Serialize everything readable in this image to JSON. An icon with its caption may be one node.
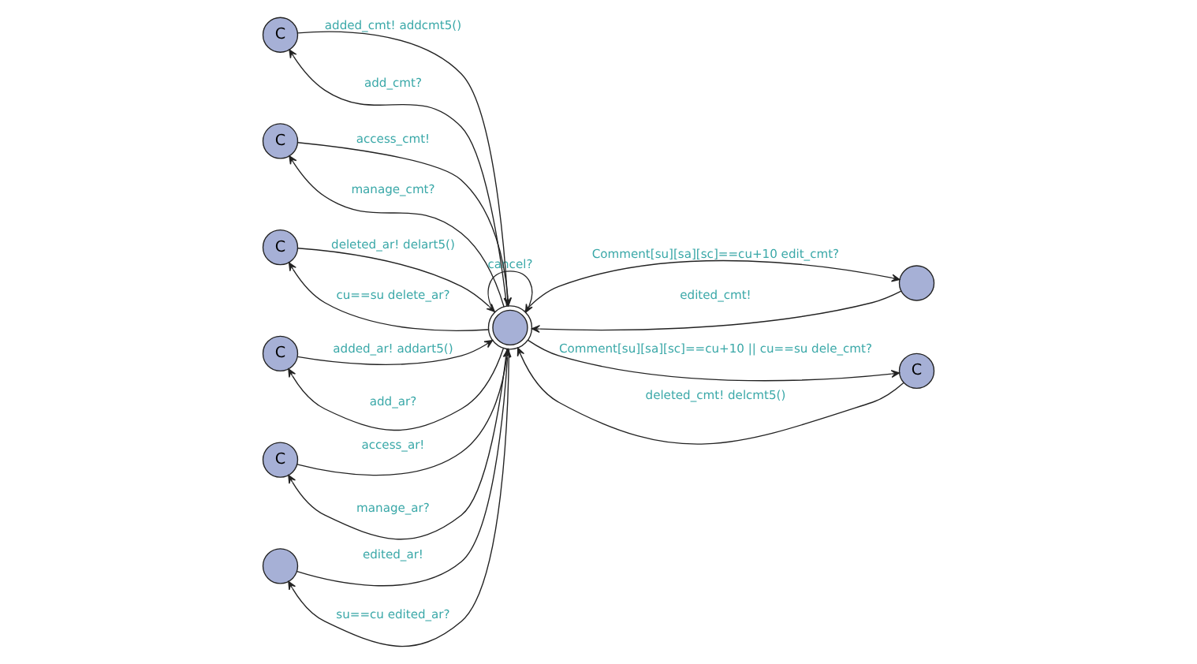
{
  "diagram": {
    "nodes": [
      {
        "text": [],
        "shape": "circle"
      },
      {
        "text": [
          "C"
        ]
      },
      {
        "text": [
          "C"
        ]
      },
      {
        "text": [],
        "shape": "circle"
      },
      {
        "text": [
          "C"
        ]
      },
      {
        "text": [
          "C"
        ]
      },
      {
        "text": [
          "C"
        ]
      },
      {
        "text": [
          "C"
        ]
      },
      {
        "text": [],
        "shape": "circle"
      }
    ],
    "edges": [
      {
        "from": 0,
        "to": 1,
        "arrow": "to",
        "label": "add_cmt?"
      },
      {
        "from": 1,
        "to": 0,
        "arrow": "to",
        "label": "added_cmt! addcmt5()"
      },
      {
        "from": 0,
        "to": 2,
        "arrow": "to",
        "label": "manage_cmt?"
      },
      {
        "from": 2,
        "to": 0,
        "arrow": "to",
        "label": "access_cmt!"
      },
      {
        "from": 0,
        "to": 3,
        "arrow": "to",
        "label": "Comment[su][sa][sc]==cu+10 edit_cmt?"
      },
      {
        "from": 3,
        "to": 0,
        "arrow": "to",
        "label": "edited_cmt!"
      },
      {
        "from": 0,
        "to": 4,
        "arrow": "to",
        "label": "cu==su delete_ar?"
      },
      {
        "from": 4,
        "to": 0,
        "arrow": "to",
        "label": "deleted_ar! delart5()"
      },
      {
        "from": 0,
        "to": 5,
        "arrow": "to",
        "label": "Comment[su][sa][sc]==cu+10 || cu==su dele_cmt?"
      },
      {
        "from": 5,
        "to": 0,
        "arrow": "to",
        "label": "deleted_cmt! delcmt5()"
      },
      {
        "from": 0,
        "to": 6,
        "arrow": "to",
        "label": "add_ar?"
      },
      {
        "from": 6,
        "to": 0,
        "arrow": "to",
        "label": "added_ar! addart5()"
      },
      {
        "from": 0,
        "to": 7,
        "arrow": "to",
        "label": "manage_ar?"
      },
      {
        "from": 7,
        "to": 0,
        "arrow": "to",
        "label": "access_ar!"
      },
      {
        "from": 0,
        "to": 0,
        "arrow": "to",
        "label": "cancel?"
      },
      {
        "from": 0,
        "to": 8,
        "arrow": "to",
        "label": "su==cu edited_ar?"
      },
      {
        "from": 8,
        "to": 0,
        "arrow": "to",
        "label": "edited_ar!"
      }
    ]
  }
}
